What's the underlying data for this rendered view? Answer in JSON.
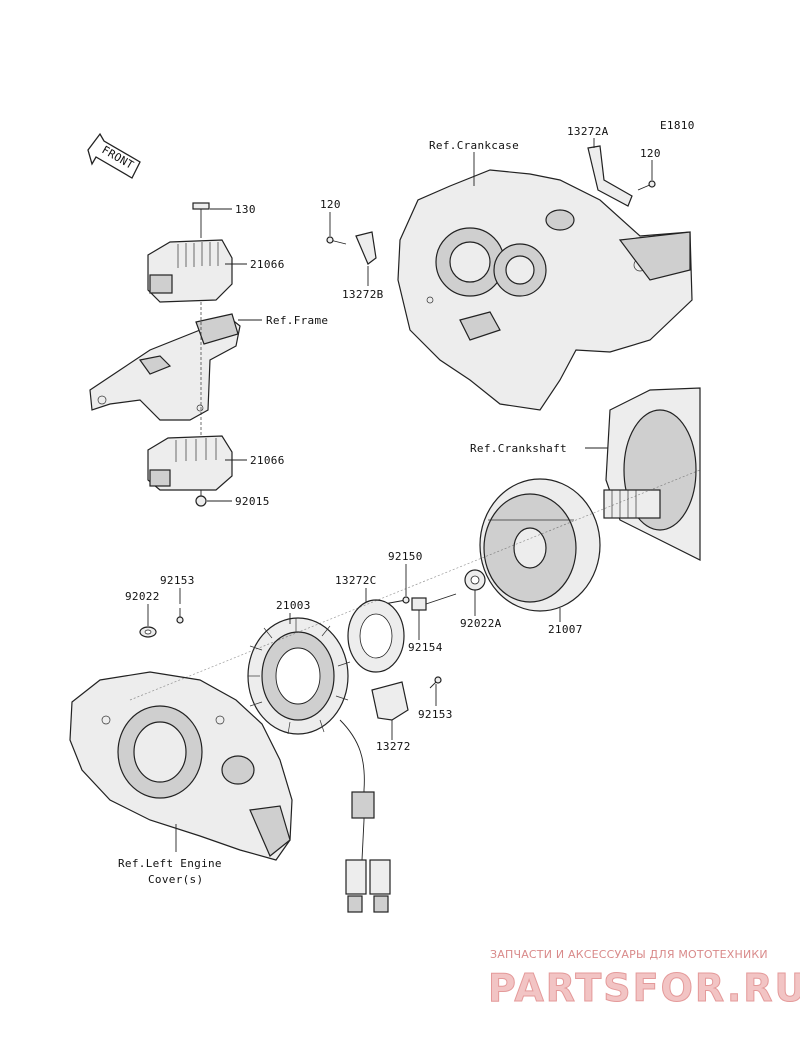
{
  "diagram_code": "E1810",
  "front_label": "FRONT",
  "refs": {
    "crankcase": "Ref.Crankcase",
    "frame": "Ref.Frame",
    "crankshaft": "Ref.Crankshaft",
    "left_cover_line1": "Ref.Left Engine",
    "left_cover_line2": "Cover(s)"
  },
  "parts": {
    "p130": "130",
    "p21066a": "21066",
    "p21066b": "21066",
    "p92015": "92015",
    "p120a": "120",
    "p13272b": "13272B",
    "p13272a": "13272A",
    "p120b": "120",
    "p92150": "92150",
    "p13272c": "13272C",
    "p21003": "21003",
    "p92153a": "92153",
    "p92022": "92022",
    "p92154": "92154",
    "p92022a": "92022A",
    "p21007": "21007",
    "p92153b": "92153",
    "p13272": "13272"
  },
  "watermark": {
    "tagline": "ЗАПЧАСТИ И АКСЕССУАРЫ ДЛЯ МОТОТЕХНИКИ",
    "brand": "PARTSFOR.RU"
  }
}
